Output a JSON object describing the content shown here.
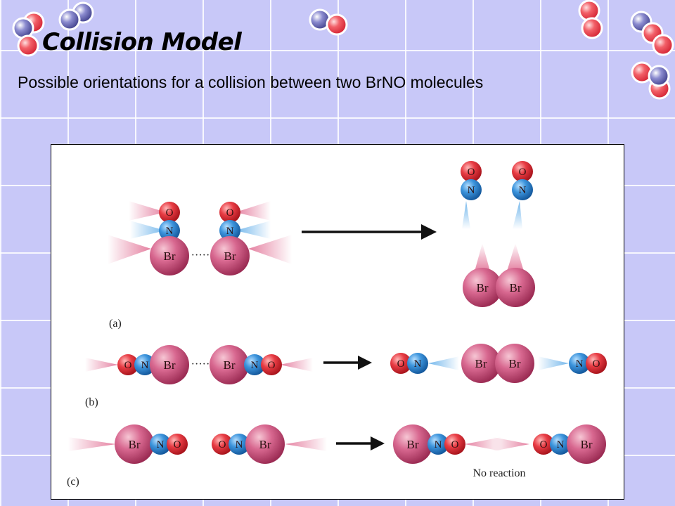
{
  "slide": {
    "title": "Collision Model",
    "subtitle": "Possible orientations for a collision between two BrNO molecules"
  },
  "figure": {
    "panels": [
      {
        "label": "(a)"
      },
      {
        "label": "(b)"
      },
      {
        "label": "(c)",
        "note": "No reaction"
      }
    ],
    "atoms": {
      "bromine": "Br",
      "nitrogen": "N",
      "oxygen": "O"
    },
    "dots": "·····"
  },
  "colors": {
    "background": "#c8c8f8",
    "bromine": "#c94a72",
    "nitrogen": "#2f86cf",
    "oxygen": "#d2222e",
    "deco_red": "#f05055",
    "deco_blue": "#5a5aa8"
  }
}
